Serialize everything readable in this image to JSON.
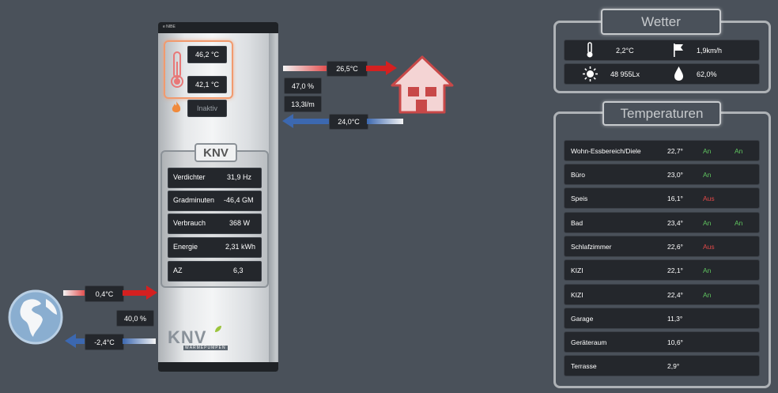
{
  "pump": {
    "mark": "e NIBE",
    "flow_temp": "46,2 °C",
    "return_temp": "42,1 °C",
    "heater_status": "Inaktiv",
    "knv_tag": "KNV",
    "rows": [
      {
        "label": "Verdichter",
        "value": "31,9 Hz"
      },
      {
        "label": "Gradminuten",
        "value": "-46,4 GM"
      },
      {
        "label": "Verbrauch",
        "value": "368 W"
      },
      {
        "label": "Energie",
        "value": "2,31 kWh"
      },
      {
        "label": "AZ",
        "value": "6,3"
      }
    ],
    "brand": "KNV",
    "brand_sub": "WÄRMEPUMPEN"
  },
  "house_side": {
    "supply_temp": "26,5°C",
    "percent": "47,0 %",
    "flow_rate": "13,3l/m",
    "return_temp": "24,0°C"
  },
  "ground_side": {
    "in_temp": "0,4°C",
    "percent": "40,0 %",
    "out_temp": "-2,4°C"
  },
  "weather": {
    "title": "Wetter",
    "temperature": "2,2°C",
    "wind": "1,9km/h",
    "light": "48 955Lx",
    "humidity": "62,0%"
  },
  "temperatures": {
    "title": "Temperaturen",
    "rooms": [
      {
        "name": "Wohn-Essbereich/Diele",
        "temp": "22,7°",
        "s1": "An",
        "s2": "An"
      },
      {
        "name": "Büro",
        "temp": "23,0°",
        "s1": "An",
        "s2": ""
      },
      {
        "name": "Speis",
        "temp": "16,1°",
        "s1": "Aus",
        "s2": ""
      },
      {
        "name": "Bad",
        "temp": "23,4°",
        "s1": "An",
        "s2": "An"
      },
      {
        "name": "Schlafzimmer",
        "temp": "22,6°",
        "s1": "Aus",
        "s2": ""
      },
      {
        "name": "KIZI",
        "temp": "22,1°",
        "s1": "An",
        "s2": ""
      },
      {
        "name": "KIZI",
        "temp": "22,4°",
        "s1": "An",
        "s2": ""
      },
      {
        "name": "Garage",
        "temp": "11,3°",
        "s1": "",
        "s2": ""
      },
      {
        "name": "Geräteraum",
        "temp": "10,6°",
        "s1": "",
        "s2": ""
      },
      {
        "name": "Terrasse",
        "temp": "2,9°",
        "s1": "",
        "s2": ""
      }
    ]
  },
  "colors": {
    "background": "#4a515a",
    "status_on": "#5fc35f",
    "status_off": "#e04848",
    "flow_highlight": "#f19a6e",
    "hot_arrow": "#d42020",
    "cold_arrow": "#3c68b0"
  },
  "icons": [
    "thermometer-icon",
    "flame-icon",
    "house-icon",
    "globe-icon",
    "flag-icon",
    "sun-icon",
    "droplet-icon"
  ]
}
